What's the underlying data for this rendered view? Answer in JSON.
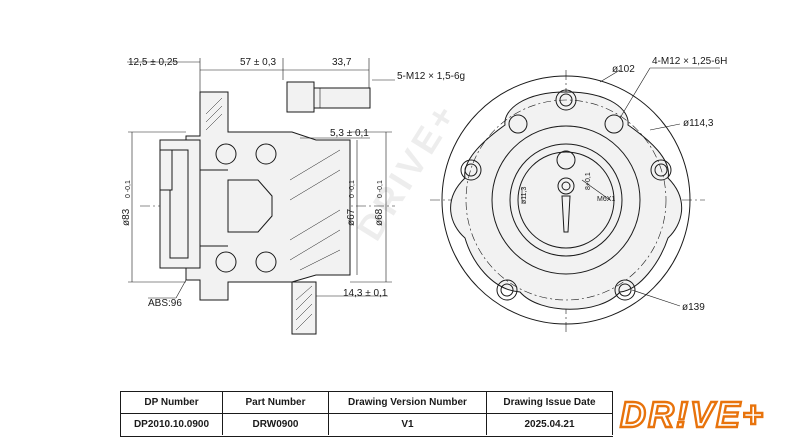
{
  "watermark": "DRIVE+",
  "side_view": {
    "dims": {
      "d1": "12,5 ± 0,25",
      "d2": "57 ± 0,3",
      "d3": "33,7",
      "thread": "5-M12 × 1,5-6g",
      "d4": "5,3 ± 0,1",
      "dia83": "ø83",
      "dia83_tol": "0\n-0,1",
      "dia67": "ø67",
      "dia67_tol": "0\n-0,1",
      "dia68": "ø68",
      "dia68_tol": "0\n-0,1",
      "abs": "ABS:96",
      "d5": "14,3 ± 0,1"
    }
  },
  "front_view": {
    "dims": {
      "dia102": "ø102",
      "thread": "4-M12 × 1,25-6H",
      "dia114": "ø114,3",
      "dia139": "ø139",
      "dia113": "ø11,3",
      "m6": "M6X1",
      "r8": "8+0,1"
    }
  },
  "title_block": {
    "headers": [
      "DP Number",
      "Part Number",
      "Drawing Version Number",
      "Drawing Issue Date"
    ],
    "values": [
      "DP2010.10.0900",
      "DRW0900",
      "V1",
      "2025.04.21"
    ]
  },
  "brand": {
    "logo_text": "DR!VE+",
    "color": "#e8730c"
  }
}
